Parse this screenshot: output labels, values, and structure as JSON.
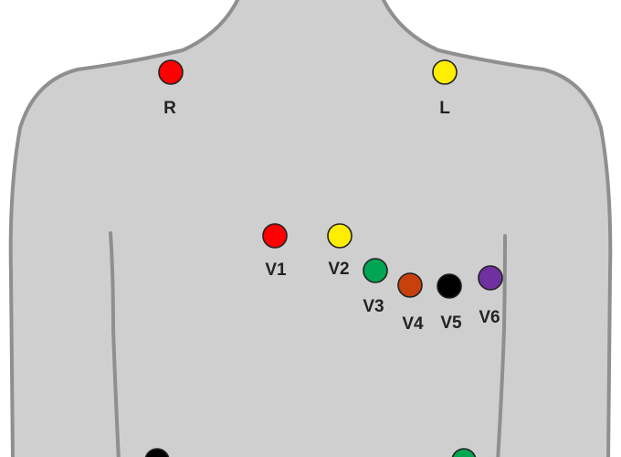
{
  "colors": {
    "background": "#ffffff",
    "torso_fill": "#cfcfcf",
    "torso_outline": "#8f8f8f",
    "label_text": "#222222"
  },
  "electrodes": [
    {
      "id": "r",
      "label": "R",
      "color": "#ff0000"
    },
    {
      "id": "l",
      "label": "L",
      "color": "#ffee00"
    },
    {
      "id": "v1",
      "label": "V1",
      "color": "#ff0000"
    },
    {
      "id": "v2",
      "label": "V2",
      "color": "#ffee00"
    },
    {
      "id": "v3",
      "label": "V3",
      "color": "#00a651"
    },
    {
      "id": "v4",
      "label": "V4",
      "color": "#c8400c"
    },
    {
      "id": "v5",
      "label": "V5",
      "color": "#000000"
    },
    {
      "id": "v6",
      "label": "V6",
      "color": "#7030a0"
    },
    {
      "id": "lower-right",
      "label": "",
      "color": "#000000"
    },
    {
      "id": "lower-left",
      "label": "",
      "color": "#00a651"
    }
  ]
}
